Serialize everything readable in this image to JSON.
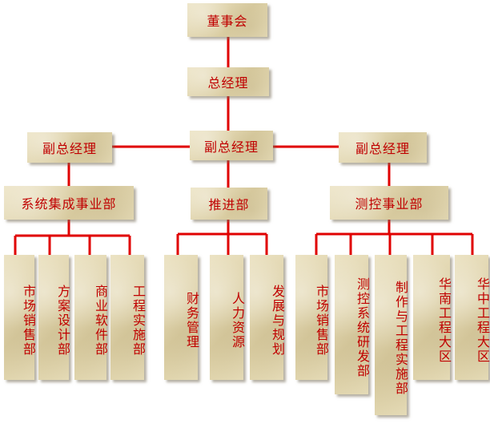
{
  "board": "董事会",
  "gm": "总经理",
  "vp_left": "副总经理",
  "vp_center": "副总经理",
  "vp_right": "副总经理",
  "div_system": "系统集成事业部",
  "div_promo": "推进部",
  "div_measure": "测控事业部",
  "dept": {
    "sys_sales": "市场销售部",
    "sys_design": "方案设计部",
    "sys_software": "商业软件部",
    "sys_engineering": "工程实施部",
    "promo_finance": "财务管理",
    "promo_hr": "人力资源",
    "promo_dev": "发展与规划",
    "meas_sales": "市场销售部",
    "meas_rd": "测控系统研发部",
    "meas_eng": "制作与工程实施部",
    "meas_south": "华南工程大区",
    "meas_central": "华中工程大区"
  },
  "colors": {
    "line": "#e00000",
    "text": "#c00000",
    "box": "#e2d7b2"
  }
}
